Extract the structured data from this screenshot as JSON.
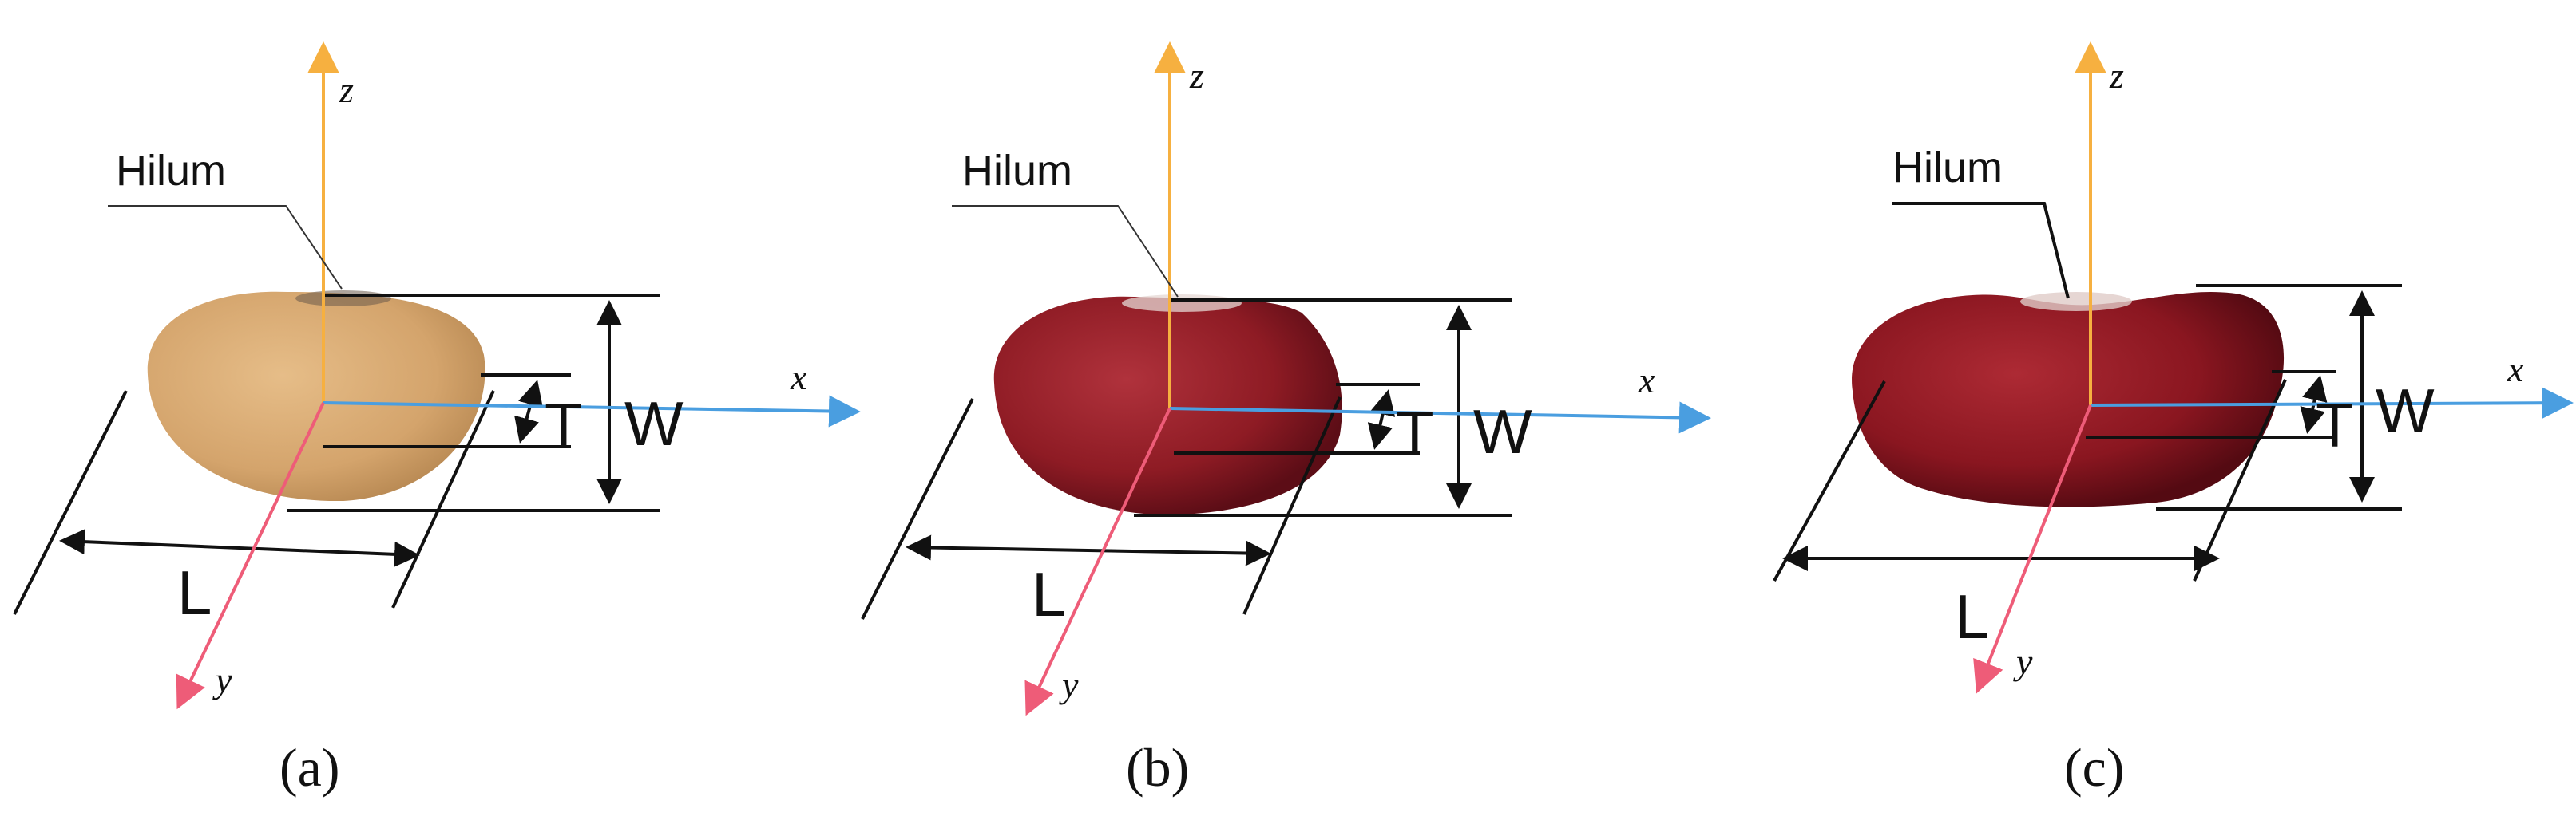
{
  "axis_labels": {
    "x": "x",
    "y": "y",
    "z": "z"
  },
  "panels": [
    {
      "id": "a",
      "caption": "(a)",
      "hilum_label": "Hilum",
      "length_label": "L",
      "width_label": "W",
      "thickness_label": "T",
      "seed_color": "#d4a46c",
      "seed_shade": "#b98a54"
    },
    {
      "id": "b",
      "caption": "(b)",
      "hilum_label": "Hilum",
      "length_label": "L",
      "width_label": "W",
      "thickness_label": "T",
      "seed_color": "#8e1b24",
      "seed_shade": "#5c0d16"
    },
    {
      "id": "c",
      "caption": "(c)",
      "hilum_label": "Hilum",
      "length_label": "L",
      "width_label": "W",
      "thickness_label": "T",
      "seed_color": "#8a1620",
      "seed_shade": "#540a12"
    }
  ],
  "colors": {
    "x_axis": "#4a9ee0",
    "y_axis": "#ee5c78",
    "z_axis": "#f6b040",
    "dimension_lines": "#111111"
  }
}
